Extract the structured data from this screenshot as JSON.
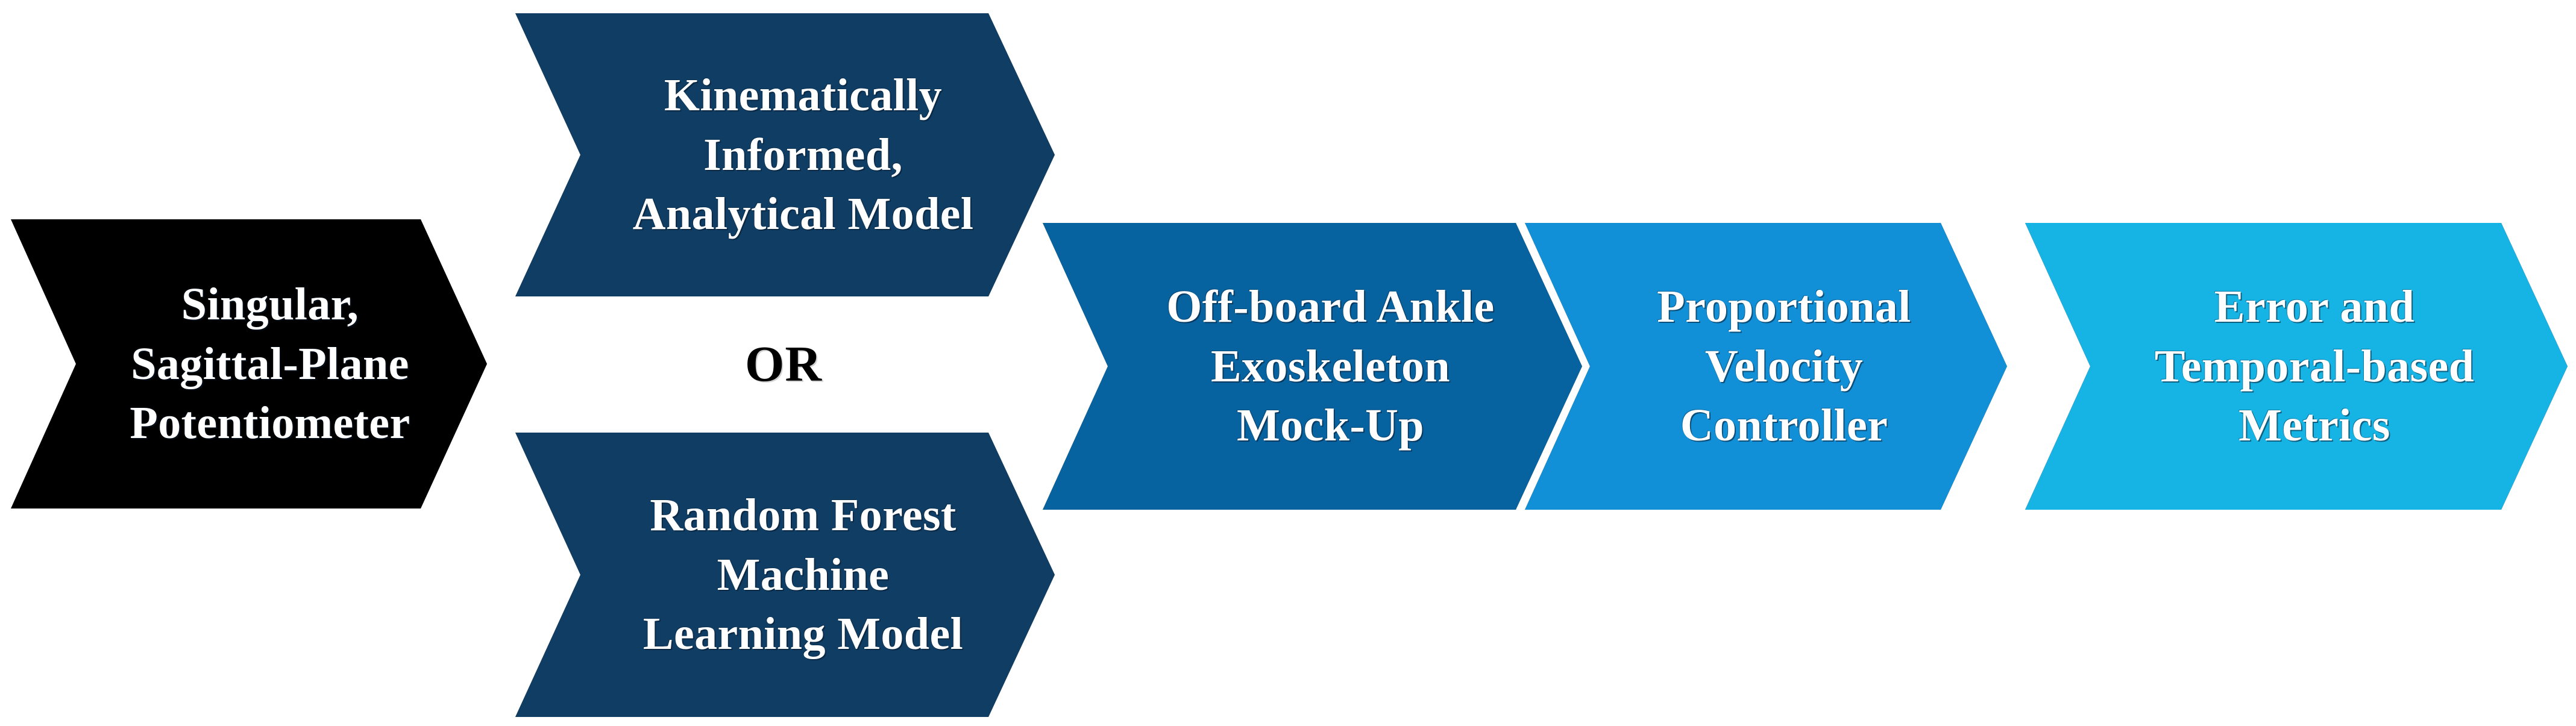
{
  "figure": {
    "type": "process-flow-chevron-diagram",
    "background_color": "#FFFFFF",
    "outline_color": "#0B1D2E",
    "text_color_on_shapes": "#FFFFFF",
    "connector_text_color": "#000000"
  },
  "nodes": [
    {
      "id": "sensor",
      "label": "Singular,\nSagittal-Plane\nPotentiometer",
      "fill": "#000000",
      "stage": 1
    },
    {
      "id": "analytical-model",
      "label": "Kinematically\nInformed,\nAnalytical Model",
      "fill": "#0F3D63",
      "stage": 2,
      "branch": "top"
    },
    {
      "id": "random-forest-model",
      "label": "Random Forest\nMachine\nLearning Model",
      "fill": "#0F3D63",
      "stage": 2,
      "branch": "bottom"
    },
    {
      "id": "exoskeleton",
      "label": "Off-board Ankle\nExoskeleton\nMock-Up",
      "fill": "#0763A0",
      "stage": 3
    },
    {
      "id": "controller",
      "label": "Proportional\nVelocity\nController",
      "fill": "#1190D8",
      "stage": 4
    },
    {
      "id": "metrics",
      "label": "Error and\nTemporal-based\nMetrics",
      "fill": "#16B3E5",
      "stage": 5
    }
  ],
  "connectors": [
    {
      "id": "or-connector",
      "label": "OR",
      "between": [
        "analytical-model",
        "random-forest-model"
      ]
    }
  ]
}
